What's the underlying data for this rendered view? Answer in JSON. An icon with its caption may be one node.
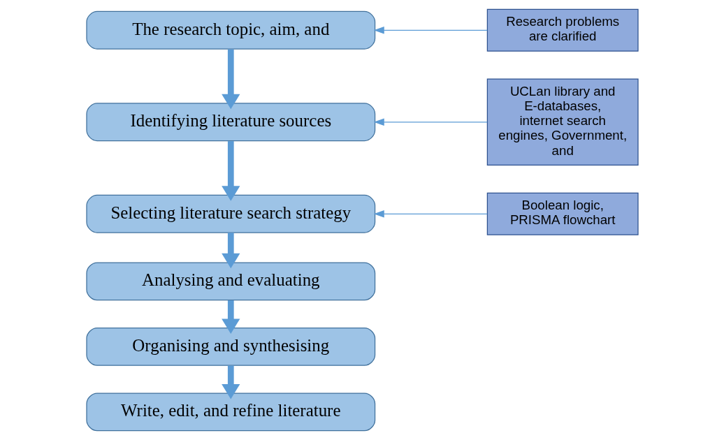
{
  "diagram": {
    "nodes": [
      {
        "text": [
          "The research topic, aim, and"
        ]
      },
      {
        "text": [
          "Identifying literature sources"
        ]
      },
      {
        "text": [
          "Selecting literature search strategy"
        ]
      },
      {
        "text": [
          "Analysing and evaluating"
        ]
      },
      {
        "text": [
          "Organising and synthesising"
        ]
      },
      {
        "text": [
          "Write, edit, and refine literature"
        ]
      },
      {
        "text": [
          "Research problems are clarified"
        ]
      },
      {
        "text": [
          "UCLan library and E-databases, internet search engines, Government, and"
        ]
      },
      {
        "text": [
          "Boolean logic, PRISMA flowchart"
        ]
      }
    ],
    "edges": [
      {
        "from": 0,
        "to": 1,
        "arrow": "to"
      },
      {
        "from": 1,
        "to": 2,
        "arrow": "to"
      },
      {
        "from": 2,
        "to": 3,
        "arrow": "to"
      },
      {
        "from": 3,
        "to": 4,
        "arrow": "to"
      },
      {
        "from": 4,
        "to": 5,
        "arrow": "to"
      },
      {
        "from": 6,
        "to": 0,
        "arrow": "to"
      },
      {
        "from": 7,
        "to": 1,
        "arrow": "to"
      },
      {
        "from": 8,
        "to": 2,
        "arrow": "to"
      }
    ]
  }
}
